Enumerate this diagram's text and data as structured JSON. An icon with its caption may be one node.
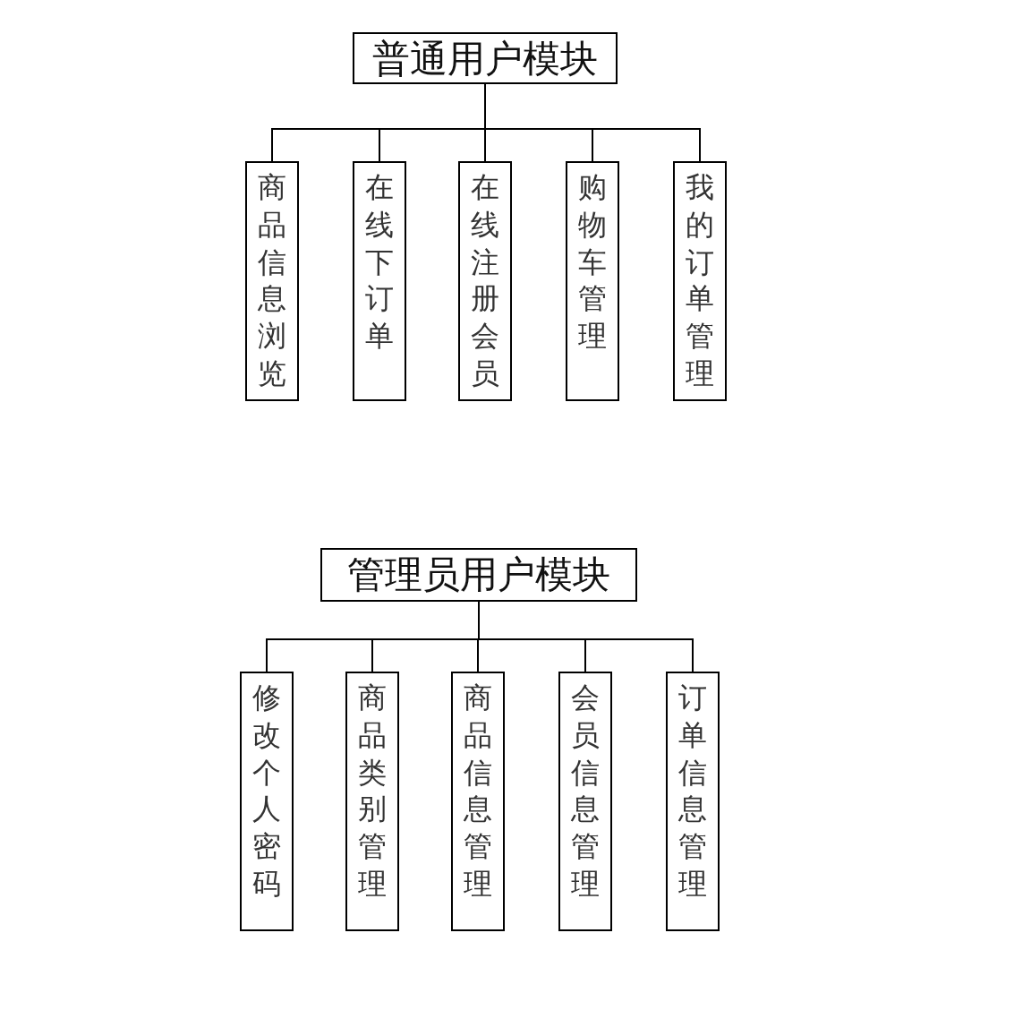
{
  "diagram": {
    "nodes": [
      {
        "text": [
          "普通用户模块"
        ]
      },
      {
        "text": [
          "商品信息浏览"
        ]
      },
      {
        "text": [
          "在线下订单"
        ]
      },
      {
        "text": [
          "在线注册会员"
        ]
      },
      {
        "text": [
          "购物车管理"
        ]
      },
      {
        "text": [
          "我的订单管理"
        ]
      },
      {
        "text": [
          "管理员用户模块"
        ]
      },
      {
        "text": [
          "修改个人密码"
        ]
      },
      {
        "text": [
          "商品类别管理"
        ]
      },
      {
        "text": [
          "商品信息管理"
        ]
      },
      {
        "text": [
          "会员信息管理"
        ]
      },
      {
        "text": [
          "订单信息管理"
        ]
      }
    ],
    "edges": [
      {
        "from": 0,
        "to": 1,
        "arrow": "none"
      },
      {
        "from": 0,
        "to": 2,
        "arrow": "none"
      },
      {
        "from": 0,
        "to": 3,
        "arrow": "none"
      },
      {
        "from": 0,
        "to": 4,
        "arrow": "none"
      },
      {
        "from": 0,
        "to": 5,
        "arrow": "none"
      },
      {
        "from": 6,
        "to": 7,
        "arrow": "none"
      },
      {
        "from": 6,
        "to": 8,
        "arrow": "none"
      },
      {
        "from": 6,
        "to": 9,
        "arrow": "none"
      },
      {
        "from": 6,
        "to": 10,
        "arrow": "none"
      },
      {
        "from": 6,
        "to": 11,
        "arrow": "none"
      }
    ]
  }
}
